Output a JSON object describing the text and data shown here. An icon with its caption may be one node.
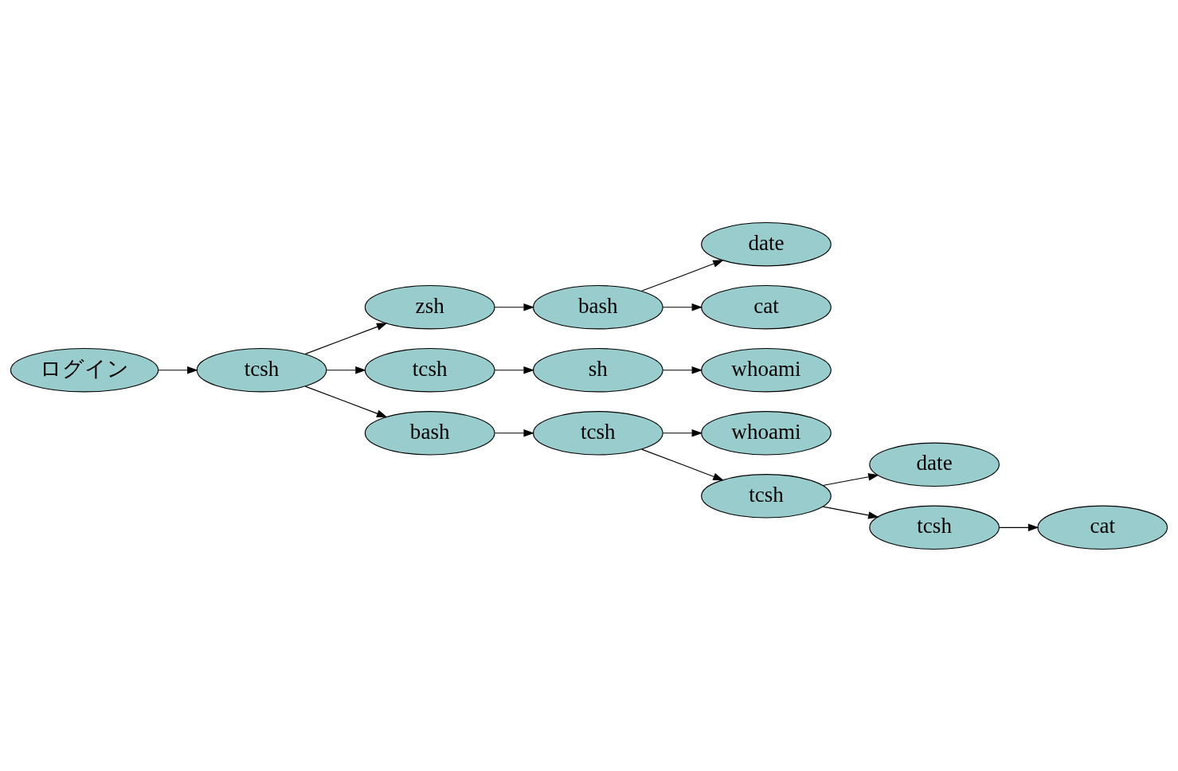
{
  "diagram": {
    "nodes": [
      {
        "text": [
          "ログイン"
        ]
      },
      {
        "text": [
          "bash"
        ]
      },
      {
        "text": [
          "zsh"
        ]
      },
      {
        "text": [
          "date"
        ]
      },
      {
        "text": [
          "tcsh"
        ]
      },
      {
        "text": [
          "cat"
        ]
      },
      {
        "text": [
          "tcsh"
        ]
      },
      {
        "text": [
          "whoami"
        ]
      },
      {
        "text": [
          "bash"
        ]
      },
      {
        "text": [
          "sh"
        ]
      },
      {
        "text": [
          "tcsh"
        ]
      },
      {
        "text": [
          "whoami"
        ]
      },
      {
        "text": [
          "tcsh"
        ]
      },
      {
        "text": [
          "date"
        ]
      },
      {
        "text": [
          "tcsh"
        ]
      },
      {
        "text": [
          "cat"
        ]
      }
    ],
    "edges": [
      {
        "from": 0,
        "to": 4,
        "arrow": "to"
      },
      {
        "from": 4,
        "to": 2,
        "arrow": "to"
      },
      {
        "from": 2,
        "to": 1,
        "arrow": "to"
      },
      {
        "from": 1,
        "to": 3,
        "arrow": "to"
      },
      {
        "from": 1,
        "to": 5,
        "arrow": "to"
      },
      {
        "from": 4,
        "to": 6,
        "arrow": "to"
      },
      {
        "from": 6,
        "to": 9,
        "arrow": "to"
      },
      {
        "from": 9,
        "to": 7,
        "arrow": "to"
      },
      {
        "from": 4,
        "to": 8,
        "arrow": "to"
      },
      {
        "from": 8,
        "to": 10,
        "arrow": "to"
      },
      {
        "from": 10,
        "to": 11,
        "arrow": "to"
      },
      {
        "from": 10,
        "to": 12,
        "arrow": "to"
      },
      {
        "from": 12,
        "to": 13,
        "arrow": "to"
      },
      {
        "from": 12,
        "to": 14,
        "arrow": "to"
      },
      {
        "from": 14,
        "to": 15,
        "arrow": "to"
      }
    ]
  }
}
